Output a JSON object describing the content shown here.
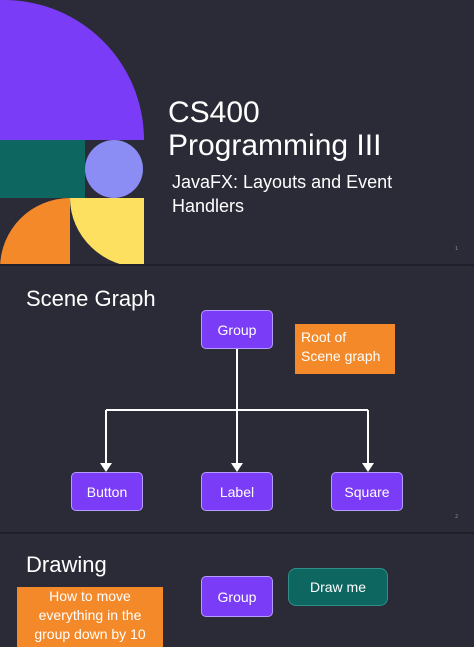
{
  "slide1": {
    "title_line1": "CS400",
    "title_line2": "Programming III",
    "subtitle": "JavaFX: Layouts and Event Handlers",
    "page_marker": "1",
    "colors": {
      "purple": "#7a3cf6",
      "teal": "#0e6661",
      "lavender": "#8b8cf4",
      "orange": "#f4892a",
      "yellow": "#fde060"
    }
  },
  "slide2": {
    "heading": "Scene Graph",
    "root_node": "Group",
    "root_callout": "Root of Scene graph",
    "children": [
      "Button",
      "Label",
      "Square"
    ],
    "page_marker": "2"
  },
  "slide3": {
    "heading": "Drawing",
    "group_node": "Group",
    "draw_callout": "Draw me",
    "move_callout": "How to move everything in the group down by 10"
  }
}
